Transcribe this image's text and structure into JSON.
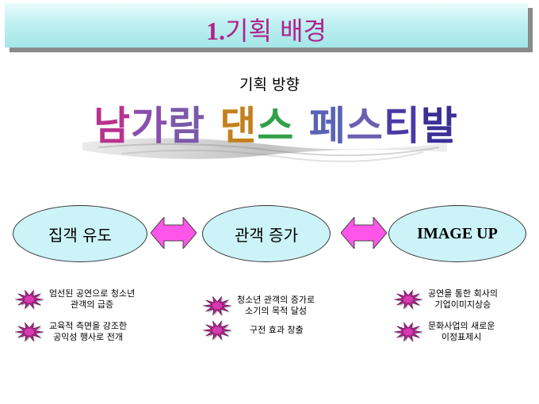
{
  "slide": {
    "title_num": "1.",
    "title_text": "기획 배경",
    "subtitle": "기획 방향",
    "logo_text": "남가람 댄스 페스티발",
    "logo_colors": {
      "nam": "#b8338f",
      "ga": "#8a4fae",
      "ram": "#7a5aa8",
      "daen": "#c4801b",
      "seu": "#33a04a",
      "pe": "#5a62b5",
      "seu2": "#6b5fb2",
      "ti": "#4a3aa6",
      "bal": "#3a3095"
    },
    "accent": "#b0228c",
    "ellipse_fill": "#ccf3f7",
    "arrow_fill": "#ff55e8"
  },
  "goals": [
    {
      "label": "집객 유도"
    },
    {
      "label": "관객 증가"
    },
    {
      "label": "IMAGE UP"
    }
  ],
  "bullets": {
    "col1": [
      {
        "line1": "엄선된 공연으로 청소년",
        "line2": "관객의 급증"
      },
      {
        "line1": "교육적 측면을 강조한",
        "line2": "공익성 행사로 전개"
      }
    ],
    "col2": [
      {
        "line1": "청소년  관객의 증가로",
        "line2": "소기의 목적 달성"
      },
      {
        "line1": "구전 효과 창출",
        "line2": ""
      }
    ],
    "col3": [
      {
        "line1": "공연을 통한 회사의",
        "line2": "기업이미지상승"
      },
      {
        "line1": "문화사업의 새로운",
        "line2": "이정표제시"
      }
    ]
  }
}
